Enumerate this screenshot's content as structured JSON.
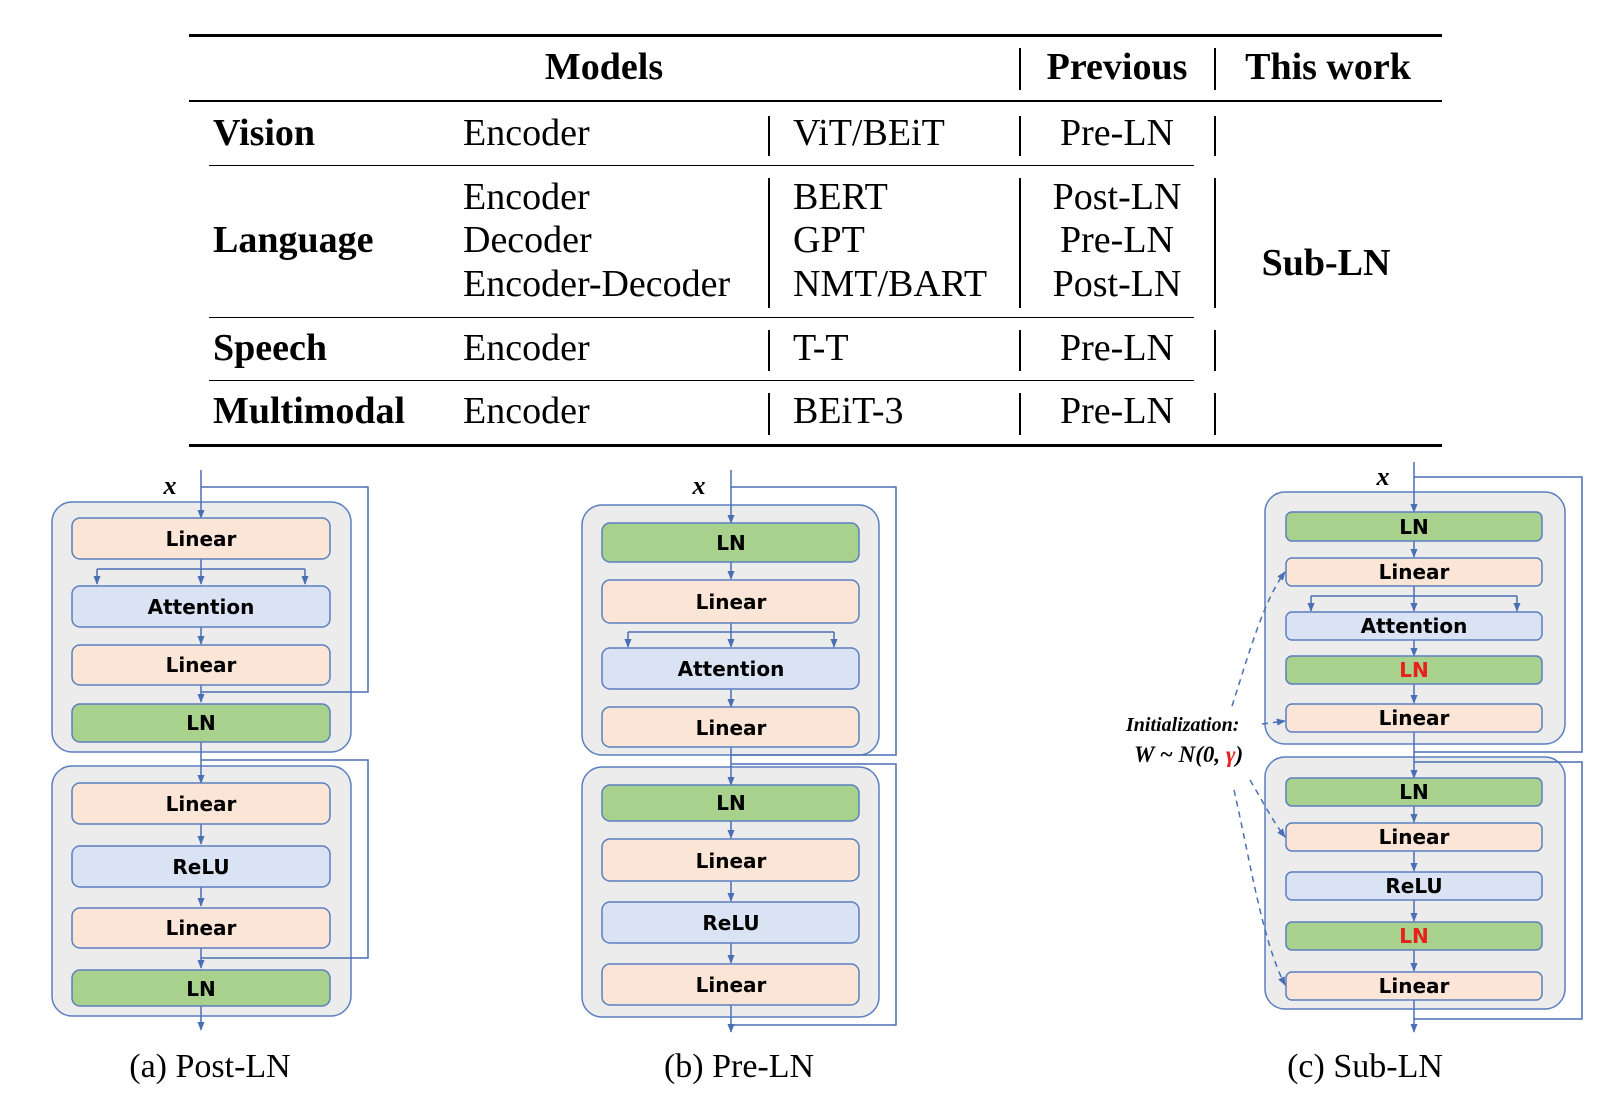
{
  "table": {
    "headers": {
      "models": "Models",
      "previous": "Previous",
      "this_work": "This work"
    },
    "rows": [
      {
        "domain": "Vision",
        "archs": [
          "Encoder"
        ],
        "models": [
          "ViT/BEiT"
        ],
        "previous": [
          "Pre-LN"
        ]
      },
      {
        "domain": "Language",
        "archs": [
          "Encoder",
          "Decoder",
          "Encoder-Decoder"
        ],
        "models": [
          "BERT",
          "GPT",
          "NMT/BART"
        ],
        "previous": [
          "Post-LN",
          "Pre-LN",
          "Post-LN"
        ]
      },
      {
        "domain": "Speech",
        "archs": [
          "Encoder"
        ],
        "models": [
          "T-T"
        ],
        "previous": [
          "Pre-LN"
        ]
      },
      {
        "domain": "Multimodal",
        "archs": [
          "Encoder"
        ],
        "models": [
          "BEiT-3"
        ],
        "previous": [
          "Pre-LN"
        ]
      }
    ],
    "this_work_value": "Sub-LN"
  },
  "diagrams": {
    "input_label": "x",
    "post_ln": {
      "caption": "(a) Post-LN",
      "block1": [
        "Linear",
        "Attention",
        "Linear",
        "LN"
      ],
      "block2": [
        "Linear",
        "ReLU",
        "Linear",
        "LN"
      ]
    },
    "pre_ln": {
      "caption": "(b) Pre-LN",
      "block1": [
        "LN",
        "Linear",
        "Attention",
        "Linear"
      ],
      "block2": [
        "LN",
        "Linear",
        "ReLU",
        "Linear"
      ]
    },
    "sub_ln": {
      "caption": "(c) Sub-LN",
      "block1": [
        "LN",
        "Linear",
        "Attention",
        "LN",
        "Linear"
      ],
      "block2": [
        "LN",
        "Linear",
        "ReLU",
        "LN",
        "Linear"
      ],
      "init_label": "Initialization:",
      "init_formula_prefix": "W ~ N(0, ",
      "init_formula_gamma": "γ",
      "init_formula_suffix": ")"
    }
  },
  "colors": {
    "ln_fill": "#a9d18e",
    "linear_fill": "#fbe5d6",
    "attn_fill": "#dae3f3",
    "block_fill": "#ececec",
    "box_stroke": "#5a7fbf",
    "arrow": "#4a6fb5",
    "highlight_red": "#e8201a"
  }
}
